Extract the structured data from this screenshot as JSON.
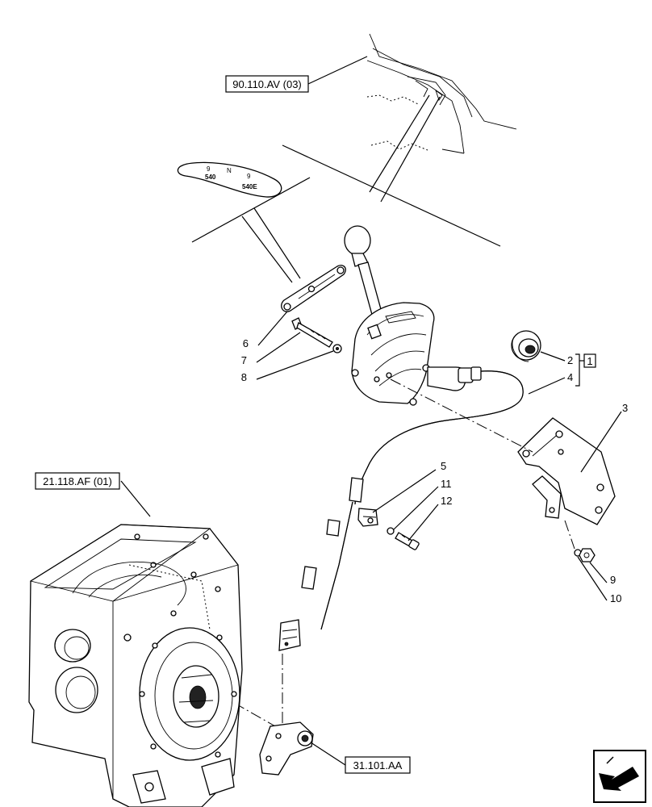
{
  "references": {
    "top": "90.110.AV (03)",
    "left": "21.118.AF (01)",
    "bottom": "31.101.AA"
  },
  "decal": {
    "label_a": "540",
    "label_b": "540E"
  },
  "callouts": {
    "c1": "1",
    "c2": "2",
    "c3": "3",
    "c4": "4",
    "c5": "5",
    "c6": "6",
    "c7": "7",
    "c8": "8",
    "c9": "9",
    "c10": "10",
    "c11": "11",
    "c12": "12"
  },
  "nav": {
    "icon": "next-page-arrow-icon"
  }
}
